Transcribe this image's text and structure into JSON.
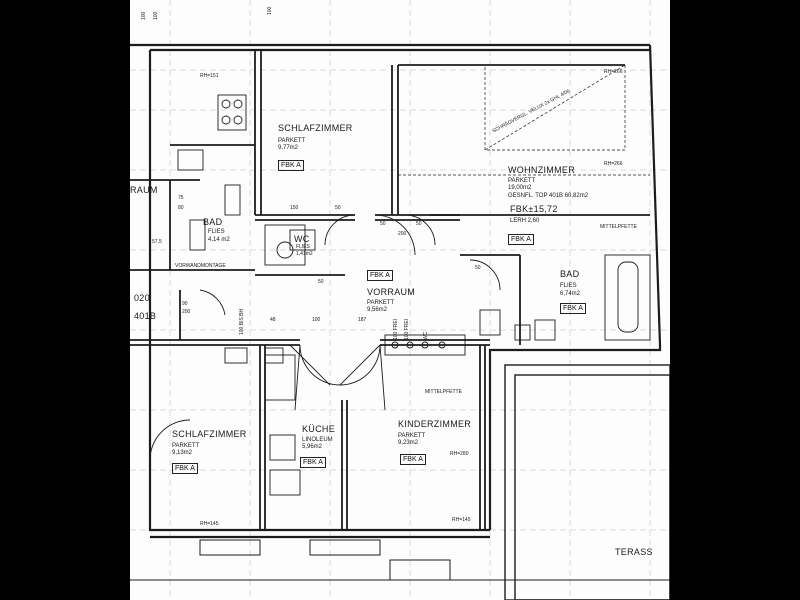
{
  "rooms": {
    "schlaf_top": {
      "name": "SCHLAFZIMMER",
      "floor": "PARKETT",
      "area": "9,77m2",
      "fbk": "FBK",
      "fbk_mark": "A"
    },
    "wohn": {
      "name": "WOHNZIMMER",
      "floor": "PARKETT",
      "area": "19,00m2",
      "gesnfl": "GESNFL. TOP 401B 60,82m2",
      "fbk": "FBK",
      "fbk_value": "±15,72",
      "lerh": "LERH 2,60",
      "fbk2_mark": "A"
    },
    "bad_left": {
      "name": "BAD",
      "floor": "FLIES",
      "area": "4,14 m2"
    },
    "raum": {
      "name": "RAUM"
    },
    "wc": {
      "name": "WC",
      "floor": "FLIES",
      "area": "1,41m2"
    },
    "vorraum": {
      "name": "VORRAUM",
      "floor": "PARKETT",
      "area": "9,56m2",
      "fbk": "FBK",
      "fbk_mark": "A"
    },
    "bad_right": {
      "name": "BAD",
      "floor": "FLIES",
      "area": "6,74m2",
      "fbk": "FBK",
      "fbk_mark": "A"
    },
    "schlaf_bottom": {
      "name": "SCHLAFZIMMER",
      "floor": "PARKETT",
      "area": "9,13m2",
      "fbk": "FBK",
      "fbk_mark": "A"
    },
    "kueche": {
      "name": "KÜCHE",
      "floor": "LINOLEUM",
      "area": "5,96m2",
      "fbk": "FBK",
      "fbk_mark": "A"
    },
    "kinder": {
      "name": "KINDERZIMMER",
      "floor": "PARKETT",
      "area": "9,23m2",
      "fbk": "FBK",
      "fbk_mark": "A"
    },
    "terrasse": {
      "name": "TERASS"
    }
  },
  "annotations": {
    "top_left_dims": [
      "100",
      "100"
    ],
    "top_mid_dim": "100",
    "rh_151": "RH=151",
    "rh_266": "RH=266",
    "skylight": "SCHRÄGVERGL. VELUX 2x GHL 4/06",
    "mittelpfette_1": "MITTELPFETTE",
    "mittelpfette_2": "MITTELPFETTE",
    "rh_280": "RH=280",
    "rh_145": "RH=145",
    "rh_145b": "RH=145",
    "door_150": "150",
    "door_50a": "50",
    "door_50b": "50",
    "door_50c": "50",
    "door_50d": "50",
    "door_50e": "50",
    "door_200": "200",
    "dim_75": "75",
    "dim_575": "57,5",
    "dim_80": "80",
    "dim_90": "90",
    "dim_200b": "200",
    "dim_100": "100",
    "dim_187": "187",
    "dim_020": "020",
    "top_401b": "401B",
    "wc_label": "WC",
    "vorhangfrei": "100 FREI",
    "bad_ww": "VORWANDMONTAGE",
    "vert_100": "100 BIS BH",
    "vert_100b": "100 FREI",
    "dim_48": "48"
  }
}
